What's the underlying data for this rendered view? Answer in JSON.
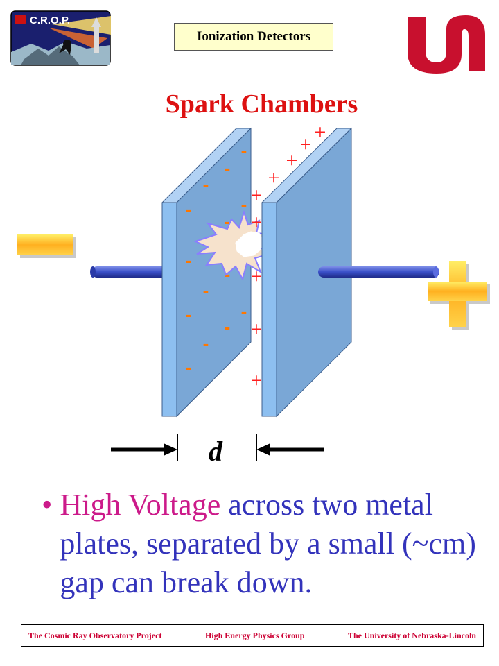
{
  "header": {
    "topic": "Ionization Detectors"
  },
  "logo": {
    "text": "C.R.O.P."
  },
  "slide": {
    "title": "Spark Chambers"
  },
  "diagram": {
    "gap_label": "d",
    "negative_symbol": "-",
    "positive_symbol": "+",
    "colors": {
      "plate": "#7aa7d6",
      "plate_edge": "#8dbff0",
      "spark": "#8a7dff",
      "charge": "#ff2222",
      "electrode": "#4a5fd0"
    }
  },
  "bullet": {
    "highlight": "High Voltage",
    "text": " across two metal plates, separated by a small (~cm) gap can break down."
  },
  "footer": {
    "left": "The Cosmic Ray Observatory Project",
    "center": "High Energy Physics Group",
    "right": "The University of Nebraska-Lincoln"
  }
}
